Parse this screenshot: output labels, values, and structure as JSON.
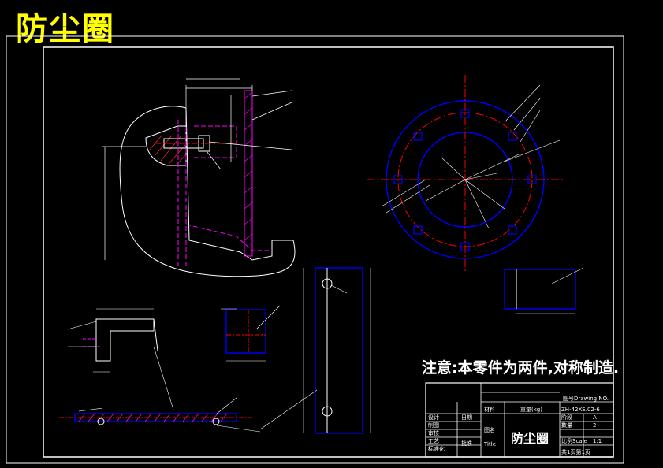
{
  "drawing": {
    "title": "防尘圈",
    "note": "注意:本零件为两件,对称制造.",
    "title_block": {
      "part_name": "防尘圈",
      "drawing_no_label": "图号Drawing NO.",
      "drawing_no": "ZH-42XS.02-6",
      "material_label": "材料",
      "weight_label": "重量(kg)",
      "name_label": "图名",
      "name_label_en": "Title",
      "scale_label": "比例Scale",
      "scale_value": "1:1",
      "sheet_label": "共1页第1页",
      "rows_left": [
        "设计",
        "制图",
        "审核",
        "工艺",
        "标准化",
        "批准"
      ],
      "stage_label": "阶段",
      "stage_value": "A",
      "qty_label": "数量",
      "qty_value": "2",
      "date_label": "日期"
    },
    "colors": {
      "background": "#000000",
      "outline": "#ffffff",
      "title_yellow": "#ffff00",
      "hidden_magenta": "#ff00ff",
      "centerline_red": "#ff0000",
      "blue": "#0000ff"
    }
  }
}
